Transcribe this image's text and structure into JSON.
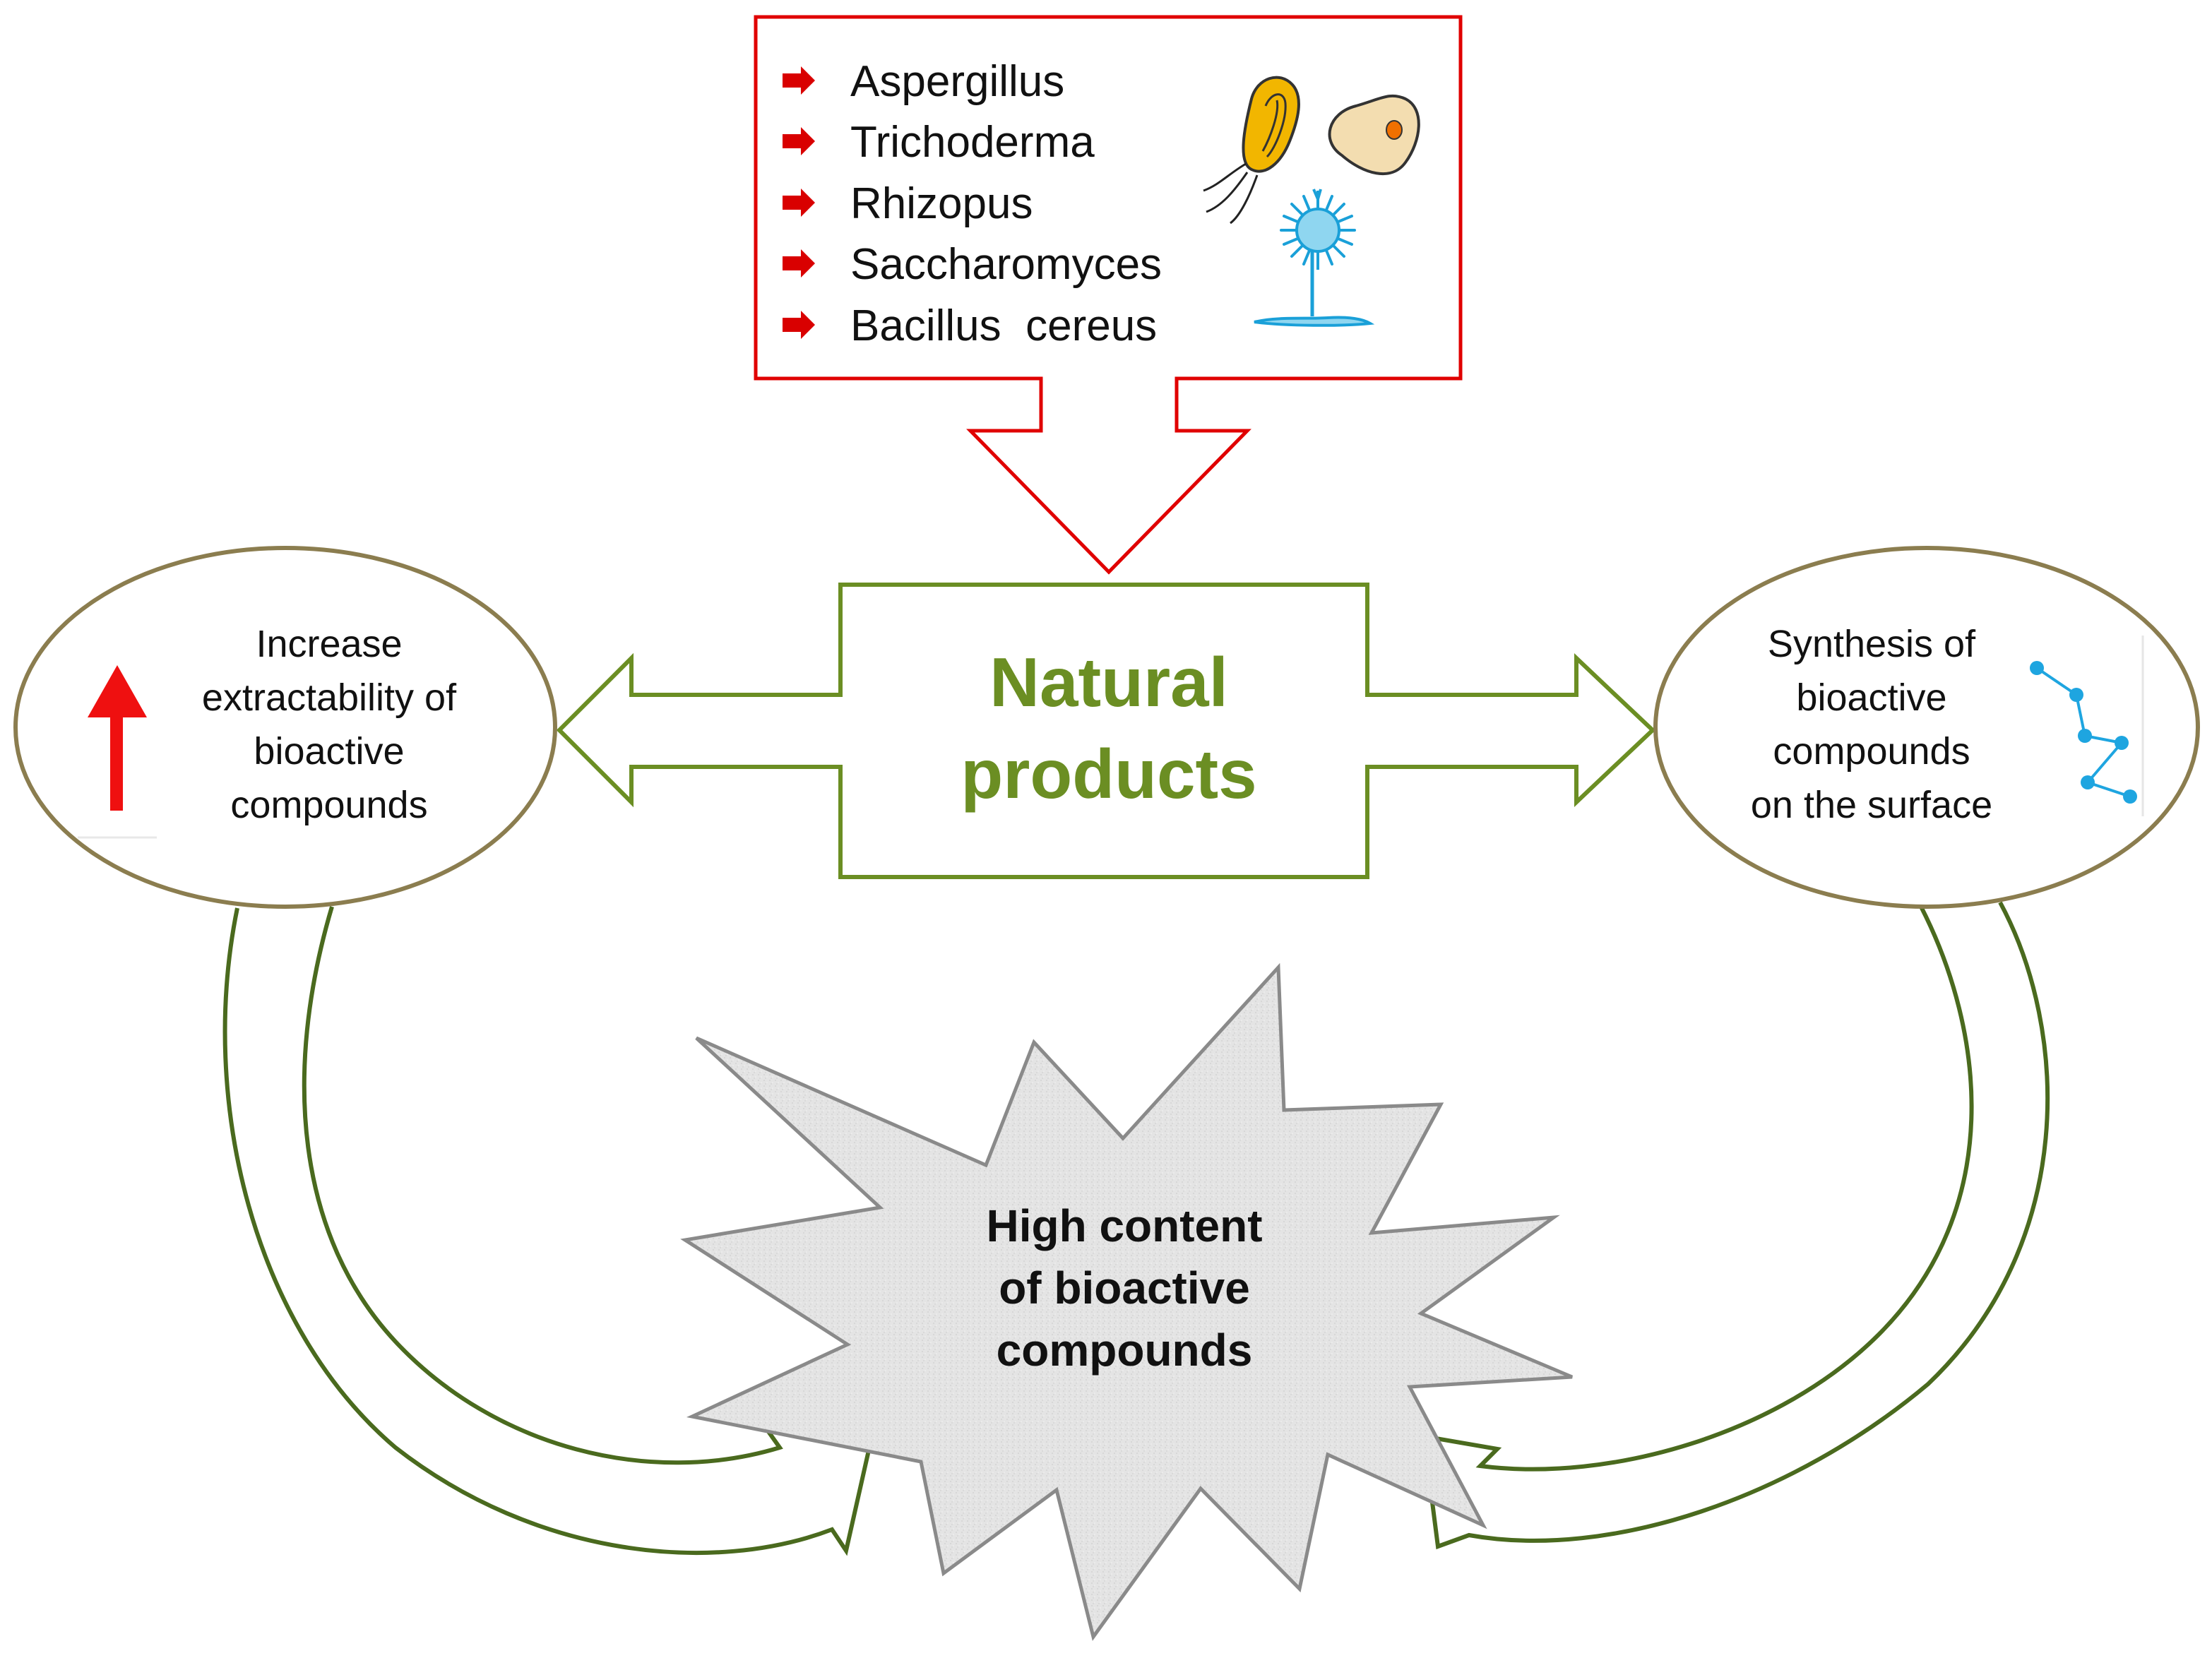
{
  "organisms": {
    "items": [
      "Aspergillus",
      "Trichoderma",
      "Rhizopus",
      "Saccharomyces",
      "Bacillus  cereus"
    ]
  },
  "center": {
    "line1": "Natural",
    "line2": "products"
  },
  "left_oval": {
    "lines": [
      "Increase",
      "extractability of",
      "bioactive",
      "compounds"
    ],
    "icon": "red-up-arrow-icon"
  },
  "right_oval": {
    "lines": [
      "Synthesis of",
      "bioactive",
      "compounds",
      "on the surface"
    ],
    "icon": "molecule-chain-icon"
  },
  "burst": {
    "lines": [
      "High content",
      "of bioactive",
      "compounds"
    ]
  },
  "colors": {
    "red": "#e00000",
    "green": "#6b8e23",
    "dark_green": "#4a6a1e",
    "oval_border": "#8b7d4f",
    "burst_fill": "#e3e3e3",
    "burst_border": "#8a8a8a",
    "molecule": "#1ea5e0"
  }
}
